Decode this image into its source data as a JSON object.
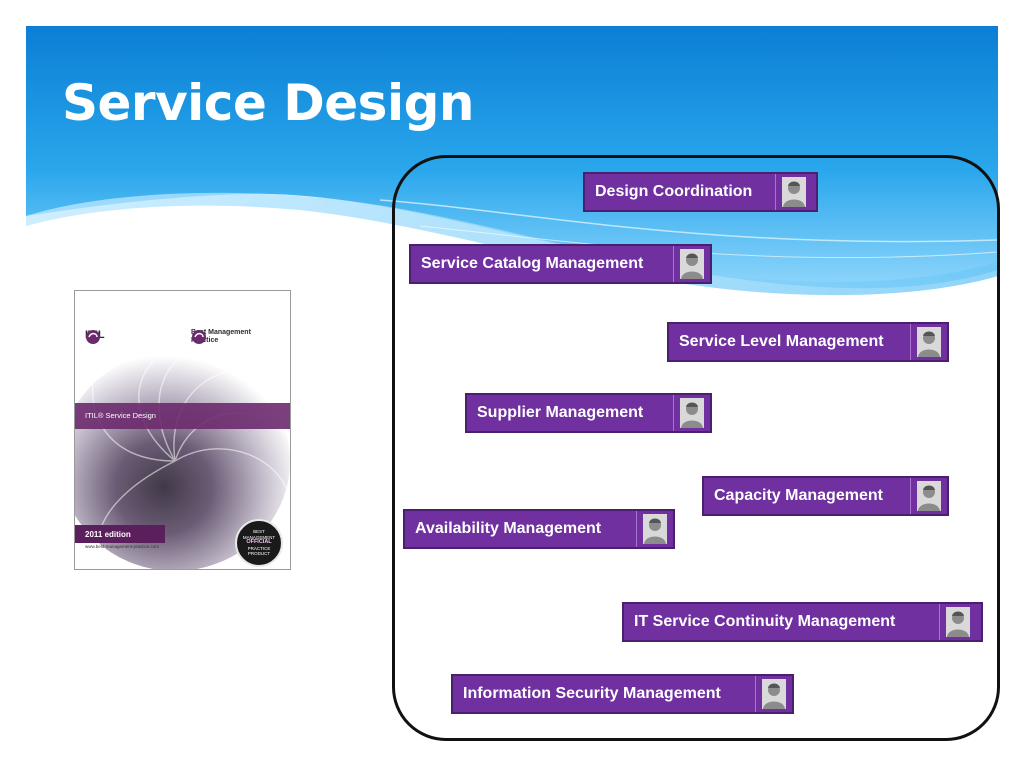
{
  "slide": {
    "title": "Service Design"
  },
  "book": {
    "logo_left": "ITIL",
    "logo_right": "Best Management Practice",
    "band_title": "ITIL® Service Design",
    "edition": "2011 edition",
    "url": "www.best-management-practice.com",
    "seal_top": "BEST MANAGEMENT",
    "seal_mid": "OFFICIAL",
    "seal_bottom": "PRACTICE PRODUCT"
  },
  "processes": [
    {
      "label": "Design Coordination",
      "icon": "user-icon"
    },
    {
      "label": "Service Catalog Management",
      "icon": "user-icon"
    },
    {
      "label": "Service Level Management",
      "icon": "user-icon"
    },
    {
      "label": "Supplier Management",
      "icon": "user-icon"
    },
    {
      "label": "Capacity Management",
      "icon": "user-icon"
    },
    {
      "label": "Availability Management",
      "icon": "user-icon"
    },
    {
      "label": "IT Service Continuity Management",
      "icon": "user-icon"
    },
    {
      "label": "Information Security Management",
      "icon": "user-icon"
    }
  ],
  "colors": {
    "header_blue": "#1a8fd8",
    "box_purple": "#7030a0",
    "frame": "#111111"
  }
}
